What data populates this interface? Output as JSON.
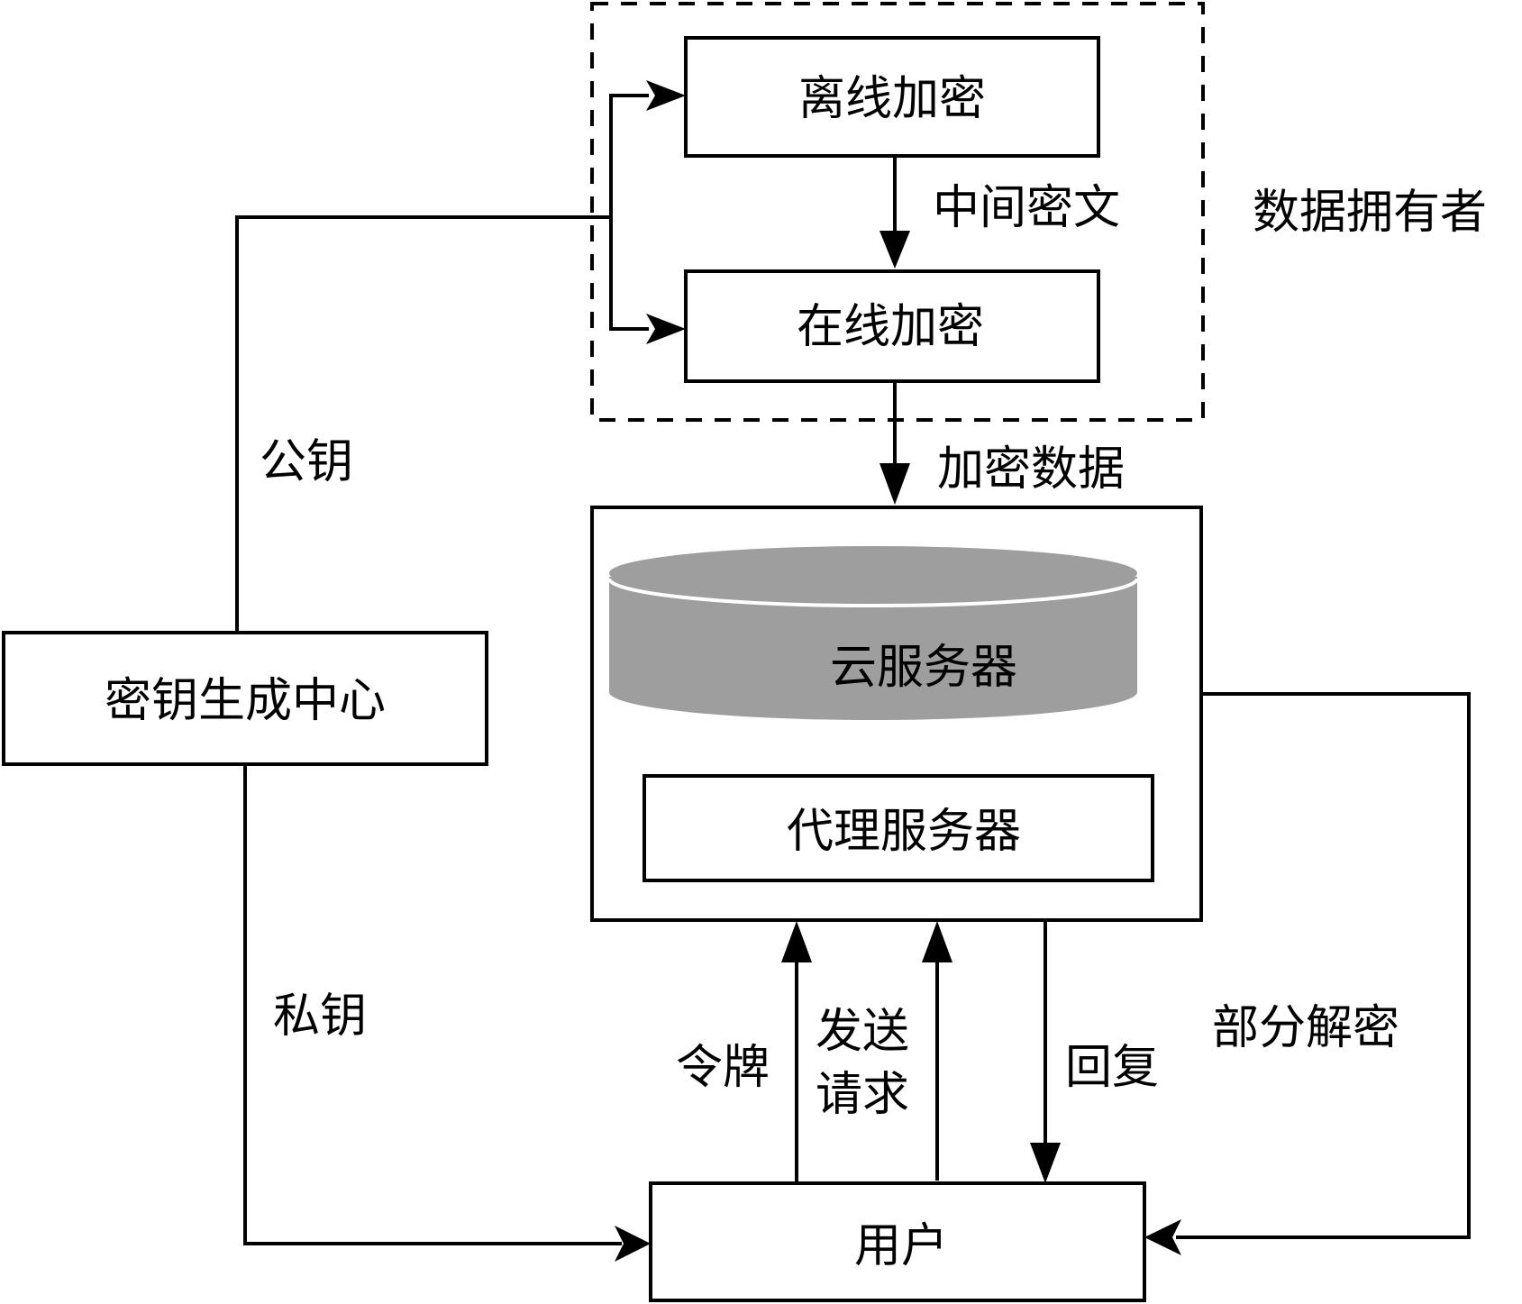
{
  "diagram": {
    "type": "flowchart",
    "colors": {
      "stroke": "#000000",
      "background": "#ffffff",
      "cloud_server_fill": "#9e9e9e"
    },
    "groups": {
      "data_owner": {
        "label": "数据拥有者"
      }
    },
    "nodes": {
      "offline_encryption": {
        "label": "离线加密"
      },
      "online_encryption": {
        "label": "在线加密"
      },
      "key_generation_center": {
        "label": "密钥生成中心"
      },
      "cloud_server": {
        "label": "云服务器"
      },
      "proxy_server": {
        "label": "代理服务器"
      },
      "user": {
        "label": "用户"
      }
    },
    "edges": {
      "intermediate_ciphertext": {
        "label": "中间密文",
        "from": "offline_encryption",
        "to": "online_encryption"
      },
      "encrypted_data": {
        "label": "加密数据",
        "from": "online_encryption",
        "to": "cloud_server"
      },
      "public_key": {
        "label": "公钥",
        "from": "key_generation_center",
        "to": "data_owner"
      },
      "private_key": {
        "label": "私钥",
        "from": "key_generation_center",
        "to": "user"
      },
      "token": {
        "label": "令牌",
        "from": "user",
        "to": "cloud_server"
      },
      "send_request": {
        "label_line1": "发送",
        "label_line2": "请求",
        "from": "user",
        "to": "cloud_server"
      },
      "reply": {
        "label": "回复",
        "from": "cloud_server",
        "to": "user"
      },
      "partial_decryption": {
        "label": "部分解密",
        "from": "cloud_server",
        "to": "user"
      }
    }
  }
}
